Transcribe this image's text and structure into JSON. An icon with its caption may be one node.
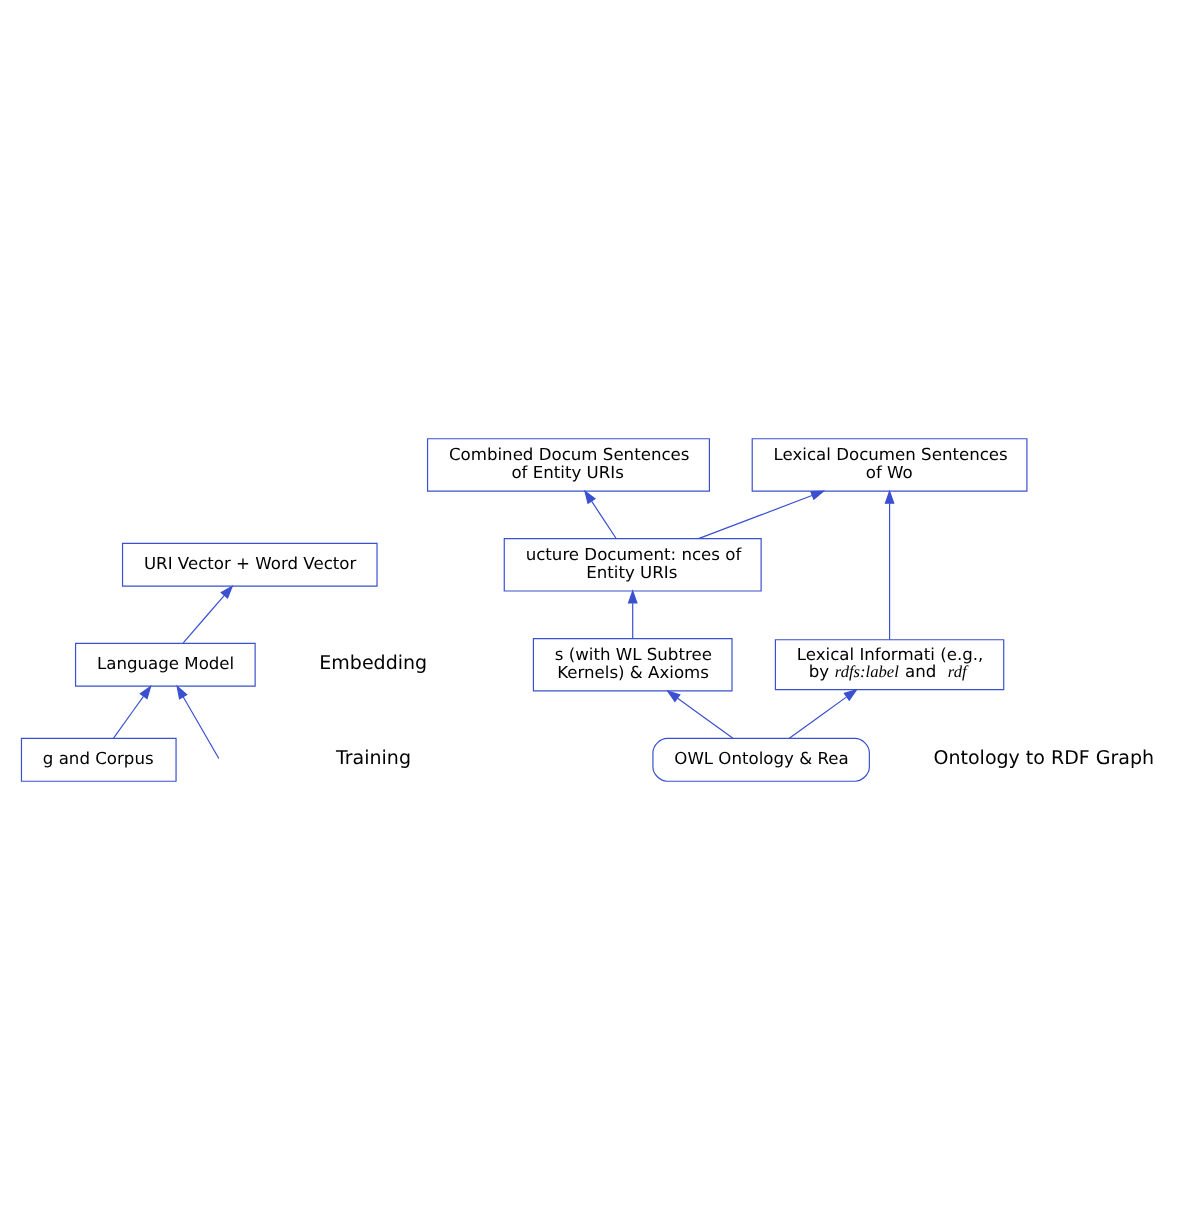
{
  "diagram": {
    "nodes": [
      {
        "text": [
          "URI Vector + Word Vector"
        ]
      },
      {
        "text": [
          "Language Model"
        ]
      },
      {
        "text": [
          "g and Corpus"
        ]
      },
      {
        "text": [
          "ucture Document: nces of Entity URIs"
        ]
      },
      {
        "text": [
          "Combined Docum Sentences of Entity URIs"
        ]
      },
      {
        "text": [
          "Lexical Documen Sentences of Wo"
        ]
      },
      {
        "text": [
          "s (with WL Subtree Kernels) & Axioms"
        ]
      },
      {
        "text": [
          "Lexical Informati (e.g., by *rdfs:label* and *rdf*"
        ]
      },
      {
        "text": [
          "OWL Ontology & Rea"
        ]
      }
    ],
    "edges": [
      {
        "from": 1,
        "to": 0,
        "arrow": "to"
      },
      {
        "from": 2,
        "to": 1,
        "arrow": "to"
      },
      {
        "from": null,
        "to": 1,
        "arrow": "to"
      },
      {
        "from": 3,
        "to": 4,
        "arrow": "to"
      },
      {
        "from": 3,
        "to": 5,
        "arrow": "to"
      },
      {
        "from": 6,
        "to": 3,
        "arrow": "to"
      },
      {
        "from": 7,
        "to": 5,
        "arrow": "to"
      },
      {
        "from": 8,
        "to": 6,
        "arrow": "to"
      },
      {
        "from": 8,
        "to": 7,
        "arrow": "to"
      }
    ],
    "labels": [
      "Embedding",
      "Training",
      "Ontology to RDF Graph"
    ]
  }
}
